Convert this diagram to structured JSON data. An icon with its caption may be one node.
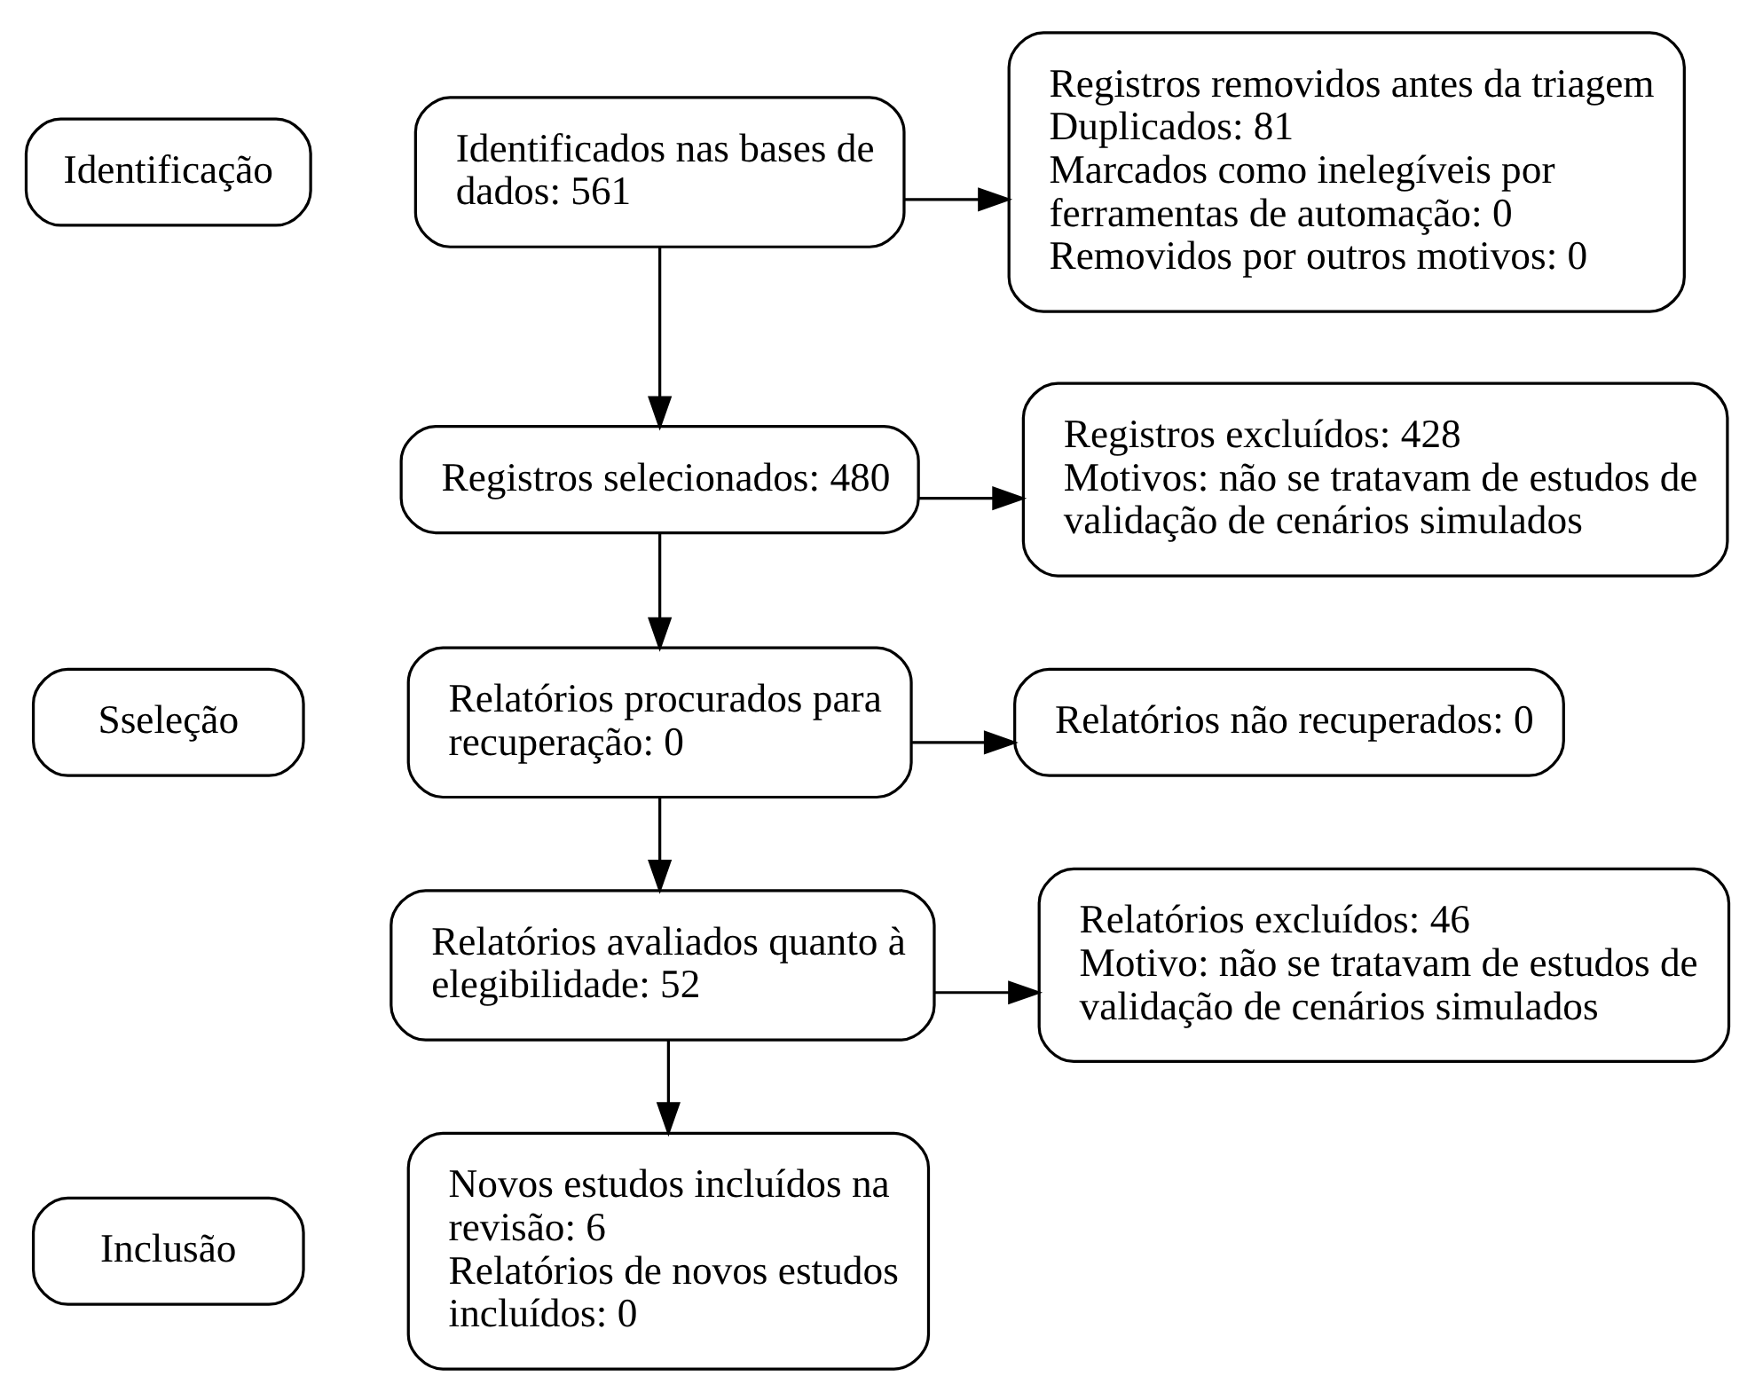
{
  "diagram": {
    "nodes": [
      {
        "text": [
          "Identificação"
        ]
      },
      {
        "text": [
          "Identificados nas bases de dados: 561"
        ]
      },
      {
        "text": [
          "Registros removidos antes da triagem",
          "Duplicados: 81",
          "Marcados como inelegíveis por ferramentas de automação: 0",
          "Removidos por outros motivos: 0"
        ]
      },
      {
        "text": [
          "Sseleção"
        ]
      },
      {
        "text": [
          "Registros selecionados: 480"
        ]
      },
      {
        "text": [
          "Registros excluídos: 428",
          "Motivos: não se tratavam de estudos de validação de cenários simulados"
        ]
      },
      {
        "text": [
          "Relatórios procurados para recuperação: 0"
        ]
      },
      {
        "text": [
          "Relatórios não recuperados: 0"
        ]
      },
      {
        "text": [
          "Relatórios avaliados quanto à elegibilidade: 52"
        ]
      },
      {
        "text": [
          "Relatórios excluídos: 46",
          "Motivo: não se tratavam de estudos de validação de cenários simulados"
        ]
      },
      {
        "text": [
          "Inclusão"
        ]
      },
      {
        "text": [
          "Novos estudos incluídos na revisão: 6",
          "Relatórios de novos estudos incluídos: 0"
        ]
      }
    ],
    "edges": [
      {
        "from": 1,
        "to": 2,
        "arrow": "to"
      },
      {
        "from": 1,
        "to": 4,
        "arrow": "to"
      },
      {
        "from": 4,
        "to": 5,
        "arrow": "to"
      },
      {
        "from": 4,
        "to": 6,
        "arrow": "to"
      },
      {
        "from": 6,
        "to": 7,
        "arrow": "to"
      },
      {
        "from": 6,
        "to": 8,
        "arrow": "to"
      },
      {
        "from": 8,
        "to": 9,
        "arrow": "to"
      },
      {
        "from": 8,
        "to": 11,
        "arrow": "to"
      }
    ]
  }
}
